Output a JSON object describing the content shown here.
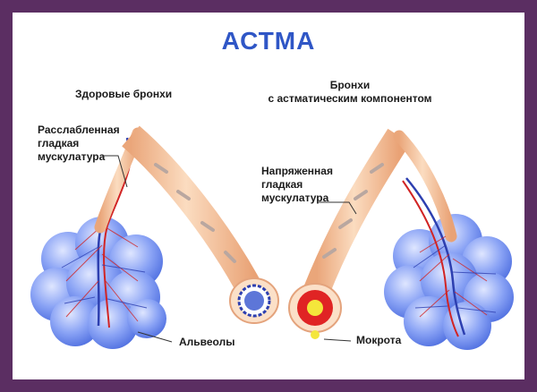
{
  "title": "АСТМА",
  "left": {
    "heading": "Здоровые бронхи",
    "muscle_label": [
      "Расслабленная",
      "гладкая",
      "мускулатура"
    ],
    "alveoli_label": "Альвеолы"
  },
  "right": {
    "heading": [
      "Бронхи",
      "с астматическим компонентом"
    ],
    "muscle_label": [
      "Напряженная",
      "гладкая",
      "мускулатура"
    ],
    "sputum_label": "Мокрота"
  },
  "colors": {
    "frame": "#5b2e62",
    "title": "#2f56c6",
    "tube": "#f6c8a0",
    "alveoli": "#6f8ef0",
    "vein": "#2d3fb0",
    "artery": "#d12424",
    "sputum": "#f2e61a"
  }
}
